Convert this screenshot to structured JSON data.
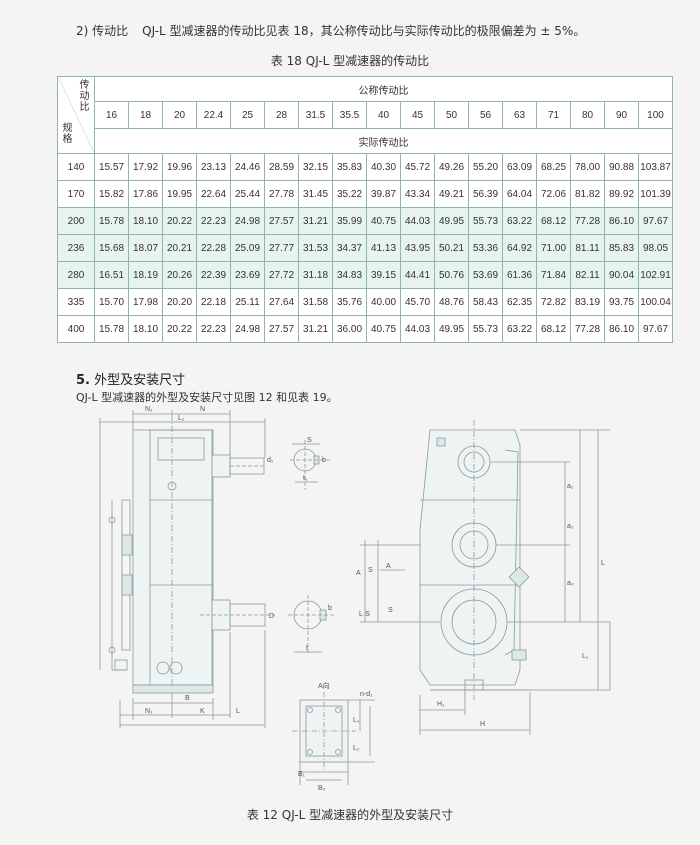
{
  "intro": {
    "label": "2) 传动比",
    "text": "QJ-L 型减速器的传动比见表 18，其公称传动比与实际传动比的极限偏差为 ± 5%。"
  },
  "table_caption": "表 18   QJ-L 型减速器的传动比",
  "table": {
    "corner_top": [
      "传",
      "动",
      "比"
    ],
    "corner_bottom": [
      "规",
      "格"
    ],
    "nominal_header": "公称传动比",
    "actual_header": "实际传动比",
    "nominal": [
      "16",
      "18",
      "20",
      "22.4",
      "25",
      "28",
      "31.5",
      "35.5",
      "40",
      "45",
      "50",
      "56",
      "63",
      "71",
      "80",
      "90",
      "100"
    ],
    "rows": [
      {
        "spec": "140",
        "values": [
          "15.57",
          "17.92",
          "19.96",
          "23.13",
          "24.46",
          "28.59",
          "32.15",
          "35.83",
          "40.30",
          "45.72",
          "49.26",
          "55.20",
          "63.09",
          "68.25",
          "78.00",
          "90.88",
          "103.87"
        ]
      },
      {
        "spec": "170",
        "values": [
          "15.82",
          "17.86",
          "19.95",
          "22.64",
          "25.44",
          "27.78",
          "31.45",
          "35.22",
          "39.87",
          "43.34",
          "49.21",
          "56.39",
          "64.04",
          "72.06",
          "81.82",
          "89.92",
          "101.39"
        ]
      },
      {
        "spec": "200",
        "values": [
          "15.78",
          "18.10",
          "20.22",
          "22.23",
          "24.98",
          "27.57",
          "31.21",
          "35.99",
          "40.75",
          "44.03",
          "49.95",
          "55.73",
          "63.22",
          "68.12",
          "77.28",
          "86.10",
          "97.67"
        ]
      },
      {
        "spec": "236",
        "values": [
          "15.68",
          "18.07",
          "20.21",
          "22.28",
          "25.09",
          "27.77",
          "31.53",
          "34.37",
          "41.13",
          "43.95",
          "50.21",
          "53.36",
          "64.92",
          "71.00",
          "81.11",
          "85.83",
          "98.05"
        ]
      },
      {
        "spec": "280",
        "values": [
          "16.51",
          "18.19",
          "20.26",
          "22.39",
          "23.69",
          "27.72",
          "31.18",
          "34.83",
          "39.15",
          "44.41",
          "50.76",
          "53.69",
          "61.36",
          "71.84",
          "82.11",
          "90.04",
          "102.91"
        ]
      },
      {
        "spec": "335",
        "values": [
          "15.70",
          "17.98",
          "20.20",
          "22.18",
          "25.11",
          "27.64",
          "31.58",
          "35.76",
          "40.00",
          "45.70",
          "48.76",
          "58.43",
          "62.35",
          "72.82",
          "83.19",
          "93.75",
          "100.04"
        ]
      },
      {
        "spec": "400",
        "values": [
          "15.78",
          "18.10",
          "20.22",
          "22.23",
          "24.98",
          "27.57",
          "31.21",
          "36.00",
          "40.75",
          "44.03",
          "49.95",
          "55.73",
          "63.22",
          "68.12",
          "77.28",
          "86.10",
          "97.67"
        ]
      }
    ]
  },
  "section": {
    "number": "5.",
    "title": "外型及安装尺寸"
  },
  "section_desc": "QJ-L 型减速器的外型及安装尺寸见图 12 和见表 19。",
  "drawing_labels": {
    "n1_top": "N₁",
    "n_top": "N",
    "l1_top": "L₁",
    "d1": "d₁",
    "t1": "t₁",
    "b1": "b",
    "s_top": "S",
    "d_mid": "D",
    "t_mid": "t",
    "b_bottom": "B",
    "n1_bottom": "N₁",
    "k": "K",
    "l_bottom": "L",
    "a_view": "A向",
    "nd1": "n-d₁",
    "b1_view": "B₁",
    "b2_view": "B₂",
    "l1_view": "L₁",
    "l2_view": "L₂",
    "a_right": "A",
    "s_right": "S",
    "a_arrow": "A",
    "ls_label": "L·S",
    "s_label": "S",
    "a1": "a₁",
    "a2": "a₂",
    "a3": "a₃",
    "l_right": "L",
    "l1_right": "L₁",
    "h1": "H₁",
    "h": "H"
  },
  "figure_caption": "表 12   QJ-L 型减速器的外型及安装尺寸"
}
